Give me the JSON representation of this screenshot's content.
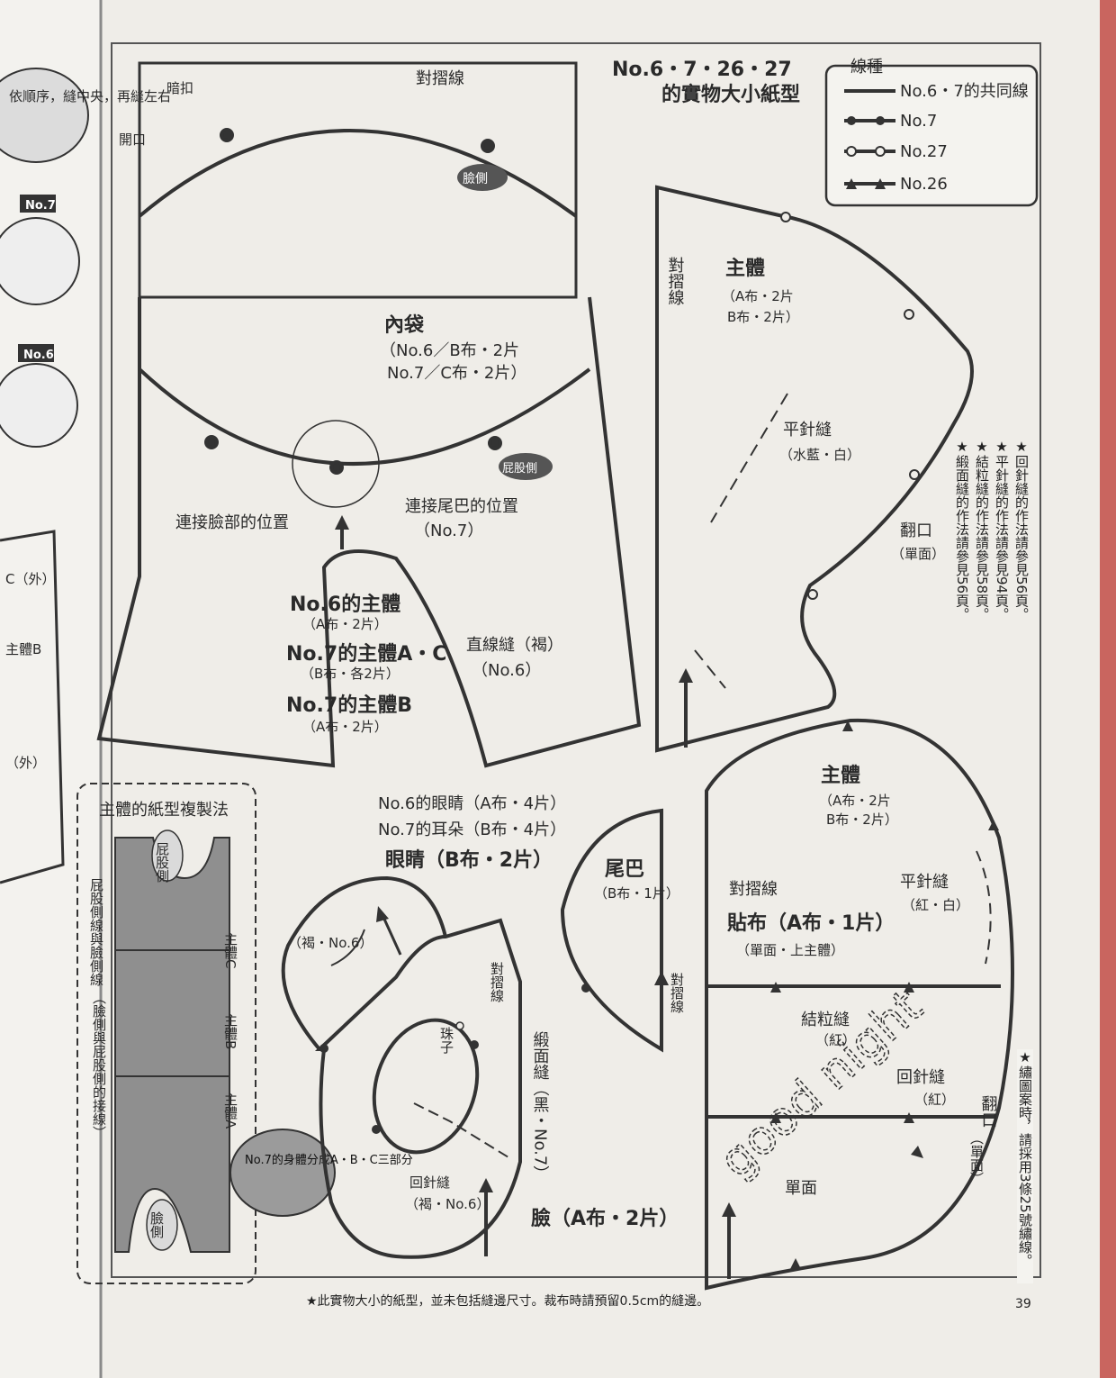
{
  "title": {
    "line1": "No.6・7・26・27",
    "line2": "的實物大小紙型"
  },
  "legend": {
    "title": "線種",
    "items": [
      {
        "label": "No.6・7的共同線",
        "marker": "none"
      },
      {
        "label": "No.7",
        "marker": "dot"
      },
      {
        "label": "No.27",
        "marker": "circle"
      },
      {
        "label": "No.26",
        "marker": "triangle"
      }
    ]
  },
  "side_notes": [
    "★回針縫的作法請參見56頁。",
    "★平針縫的作法請參見94頁。",
    "★結粒縫的作法請參見58頁。",
    "★緞面縫的作法請參見56頁。"
  ],
  "embroidery_note": "★繡圖案時，請採用3條25號繡線。",
  "footer": "★此實物大小的紙型，並未包括縫邊尺寸。裁布時請預留0.5cm的縫邊。",
  "page_number": "39",
  "main_piece": {
    "snap": "暗扣",
    "fold_line": "對摺線",
    "opening": "開口",
    "face_side": "臉側",
    "bottom_side": "屁股側",
    "pocket": "內袋",
    "pocket_l1": "（No.6／B布・2片",
    "pocket_l2": "No.7／C布・2片）",
    "tail_pos": "連接尾巴的位置",
    "tail_pos_no": "（No.7）",
    "face_pos": "連接臉部的位置",
    "body6": "No.6的主體",
    "body6_sub": "（A布・2片）",
    "body7ac": "No.7的主體A・C",
    "body7ac_sub": "（B布・各2片）",
    "body7b": "No.7的主體B",
    "body7b_sub": "（A布・2片）",
    "straight": "直線縫（褐）",
    "straight_no": "（No.6）"
  },
  "copy_method": {
    "title": "主體的紙型複製法",
    "bottom_side": "屁股側",
    "face_side": "臉側",
    "body_c": "主體C",
    "body_b": "主體B",
    "body_a": "主體A",
    "left_note1": "屁股側線與臉側線",
    "left_note2": "（臉側與屁股側的接線）",
    "bubble": "No.7的身體分成A・B・C三部分"
  },
  "body26": {
    "label": "主體",
    "sub1": "（A布・2片",
    "sub2": "B布・2片）",
    "fold": "對摺線",
    "running": "平針縫",
    "running_color": "（水藍・白）",
    "opening": "翻口",
    "opening_sub": "（單面）"
  },
  "eyes": {
    "l1": "No.6的眼睛（A布・4片）",
    "l2": "No.7的耳朵（B布・4片）",
    "l3": "眼睛（B布・2片）",
    "brown": "（褐・No.6）",
    "pupil": "珠子",
    "fold": "對摺線",
    "satin": "緞面縫（黑・No.7）",
    "back": "回針縫",
    "back_sub": "（褐・No.6）",
    "face": "臉（A布・2片）"
  },
  "tail": {
    "label": "尾巴",
    "sub": "（B布・1片）",
    "fold": "對摺線"
  },
  "body27": {
    "label": "主體",
    "sub1": "（A布・2片",
    "sub2": "B布・2片）",
    "fold": "對摺線",
    "patch": "貼布（A布・1片）",
    "patch_sub": "（單面・上主體）",
    "running": "平針縫",
    "running_color": "（紅・白）",
    "french": "結粒縫",
    "french_color": "（紅）",
    "back": "回針縫",
    "back_color": "（紅）",
    "opening": "翻口",
    "opening_sub": "（單面）",
    "single": "單面",
    "script": "good night"
  },
  "left_page": {
    "bubble": "依順序，縫中央，再縫左右",
    "tag7": "No.7",
    "tag6": "No.6",
    "outer1": "C（外）",
    "body_b": "主體B",
    "outer2": "（外）"
  }
}
